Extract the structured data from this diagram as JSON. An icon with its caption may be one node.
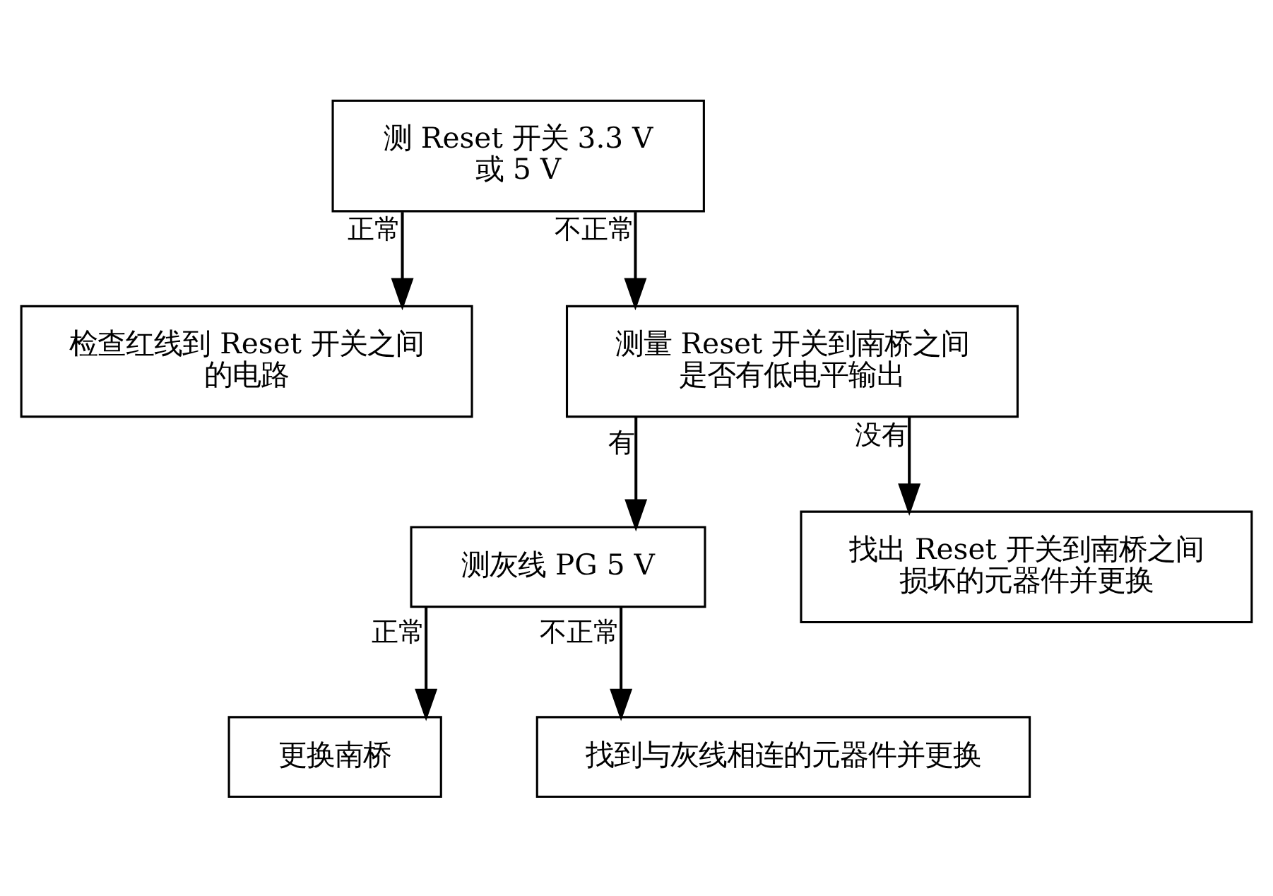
{
  "diagram": {
    "nodes": [
      {
        "text": [
          "测 Reset 开关 3.3 V 或 5 V"
        ]
      },
      {
        "text": [
          "检查红线到 Reset 开关之间的电路"
        ]
      },
      {
        "text": [
          "测量 Reset 开关到南桥之间是否有低电平输出"
        ]
      },
      {
        "text": [
          "测灰线 PG 5 V"
        ]
      },
      {
        "text": [
          "找出 Reset 开关到南桥之间损坏的元器件并更换"
        ]
      },
      {
        "text": [
          "更换南桥"
        ]
      },
      {
        "text": [
          "找到与灰线相连的元器件并更换"
        ]
      }
    ],
    "edges": [
      {
        "from": 0,
        "to": 1,
        "arrow": "to",
        "label": "正常"
      },
      {
        "from": 0,
        "to": 2,
        "arrow": "to",
        "label": "不正常"
      },
      {
        "from": 2,
        "to": 3,
        "arrow": "to",
        "label": "有"
      },
      {
        "from": 2,
        "to": 4,
        "arrow": "to",
        "label": "没有"
      },
      {
        "from": 3,
        "to": 5,
        "arrow": "to",
        "label": "正常"
      },
      {
        "from": 3,
        "to": 6,
        "arrow": "to",
        "label": "不正常"
      }
    ]
  }
}
